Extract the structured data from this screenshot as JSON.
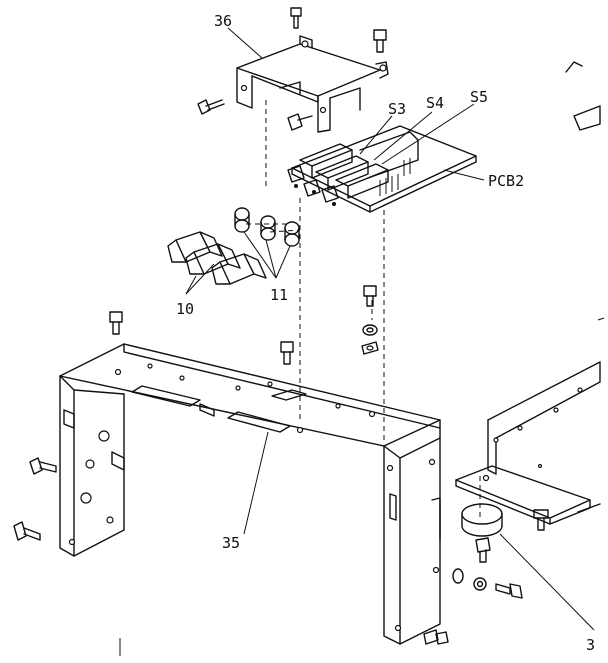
{
  "labels": {
    "part_36": "36",
    "part_s3": "S3",
    "part_s4": "S4",
    "part_s5": "S5",
    "part_pcb2": "PCB2",
    "part_10": "10",
    "part_11": "11",
    "part_35": "35",
    "part_3": "3"
  },
  "colors": {
    "line": "#111111",
    "background": "#ffffff"
  }
}
